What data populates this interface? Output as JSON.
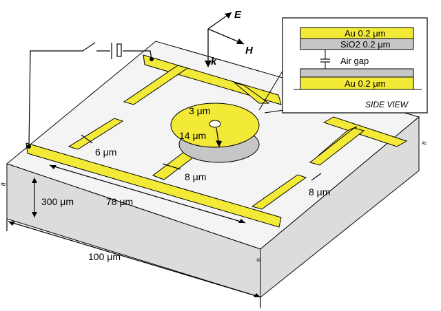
{
  "field_labels": {
    "e": "E",
    "h": "H",
    "k": "k"
  },
  "dimensions": {
    "hole": "3 μm",
    "disk": "14 μm",
    "gap_left": "6 μm",
    "stem": "8 μm",
    "gap_right": "8 μm",
    "thickness": "300 μm",
    "inner": "78 μm",
    "outer": "100 μm"
  },
  "side_view": {
    "layer_top_au": "Au   0.2 μm",
    "layer_sio2": "SiO2  0.2 μm",
    "air_gap": "Air gap",
    "layer_bottom_au": "Au   0.2 μm",
    "caption": "SIDE VIEW"
  },
  "colors": {
    "gold": "#f2ea37",
    "substrate_top": "#f4f4f4",
    "substrate_side": "#dcdcdc",
    "oxide": "#c6c6c6",
    "outline": "#000000"
  }
}
